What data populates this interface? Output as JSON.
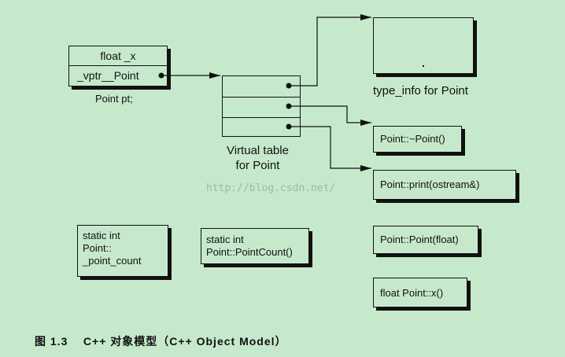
{
  "point_object": {
    "field_float": "float _x",
    "field_vptr": "_vptr__Point",
    "label": "Point pt;"
  },
  "vtable": {
    "label": "Virtual table\nfor Point"
  },
  "type_info": {
    "label": "type_info for Point"
  },
  "methods": {
    "destructor": "Point::~Point()",
    "print": "Point::print(ostream&)",
    "constructor": "Point::Point(float)",
    "getter": "float Point::x()"
  },
  "statics": {
    "point_count": "static int\nPoint::\n_point_count",
    "point_count_fn": "static int\nPoint::PointCount()"
  },
  "watermark": "http://blog.csdn.net/",
  "caption": "图 1.3    C++ 对象模型（C++ Object Model）"
}
